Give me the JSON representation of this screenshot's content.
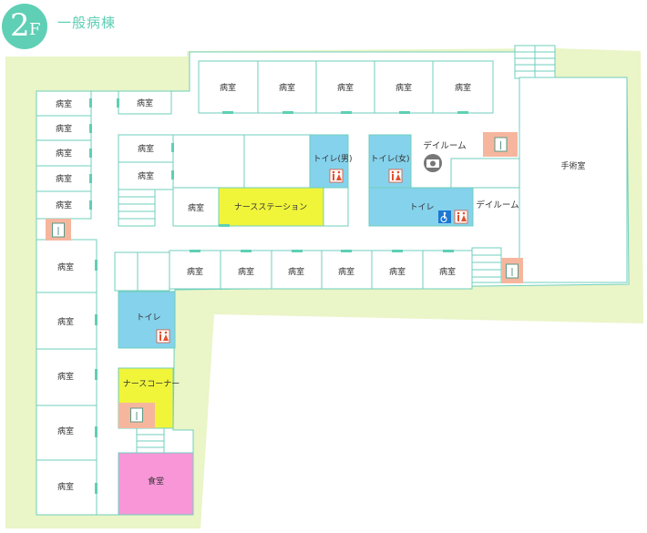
{
  "header": {
    "floor_number": "2",
    "floor_letter": "F",
    "title": "一般病棟"
  },
  "colors": {
    "accent": "#5fcfb5",
    "site": "#eaf5c8",
    "toilet": "#85d2ec",
    "nurse": "#f0f53a",
    "dining": "#f896d8",
    "elevator": "#f6b69e"
  },
  "labels": {
    "ward": "病室",
    "toilet": "トイレ",
    "toilet_men": "トイレ(男)",
    "toilet_women": "トイレ(女)",
    "dayroom": "デイルーム",
    "nurse_station": "ナースステーション",
    "nurse_corner": "ナースコーナー",
    "operating_room": "手術室",
    "dining": "食堂"
  },
  "icons": {
    "elevator": "elevator-icon",
    "restroom": "restroom-icon",
    "accessible": "wheelchair-icon",
    "camera": "camera-icon"
  }
}
